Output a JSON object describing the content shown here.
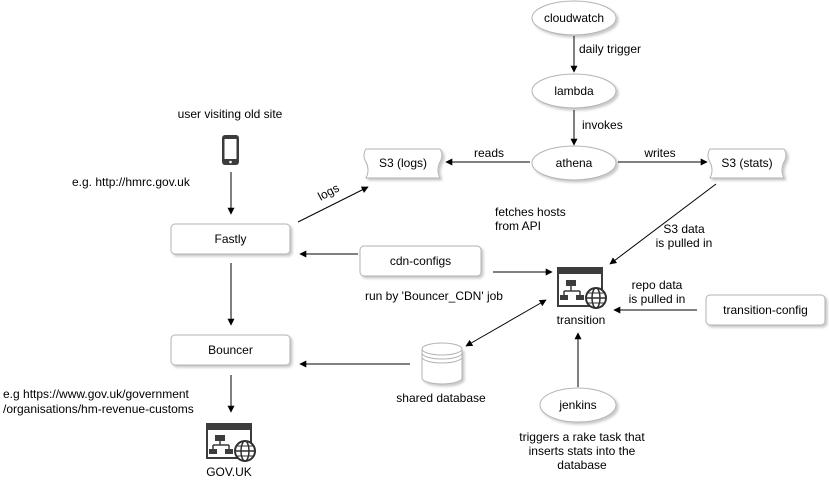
{
  "nodes": {
    "cloudwatch": "cloudwatch",
    "lambda": "lambda",
    "athena": "athena",
    "s3_logs": "S3 (logs)",
    "s3_stats": "S3 (stats)",
    "fastly": "Fastly",
    "bouncer": "Bouncer",
    "cdn_configs": "cdn-configs",
    "transition": "transition",
    "transition_config": "transition-config",
    "shared_database": "shared database",
    "jenkins": "jenkins",
    "govuk": "GOV.UK"
  },
  "labels": {
    "daily_trigger": "daily trigger",
    "invokes": "invokes",
    "reads": "reads",
    "writes": "writes",
    "logs": "logs",
    "user_visiting": "user visiting old site",
    "example_old_url": "e.g. http://hmrc.gov.uk",
    "fetches_hosts": [
      "fetches hosts",
      "from API"
    ],
    "s3_data_pulled": [
      "S3 data",
      "is pulled in"
    ],
    "repo_data_pulled": [
      "repo data",
      "is pulled in"
    ],
    "run_by_job": "run by 'Bouncer_CDN' job",
    "example_new_url": [
      "e.g https://www.gov.uk/government",
      "/organisations/hm-revenue-customs"
    ],
    "jenkins_task": [
      "triggers a rake task that",
      "inserts stats into the",
      "database"
    ]
  },
  "colors": {
    "stroke": "#000000",
    "shape_stroke": "#b3b3b3",
    "fill": "#ffffff",
    "icon_dark": "#3c3c3c",
    "icon_accent": "#2f2f2f"
  },
  "icons": {
    "phone": "mobile-phone-icon",
    "web_app": "web-application-icon",
    "database": "database-cylinder-icon"
  }
}
